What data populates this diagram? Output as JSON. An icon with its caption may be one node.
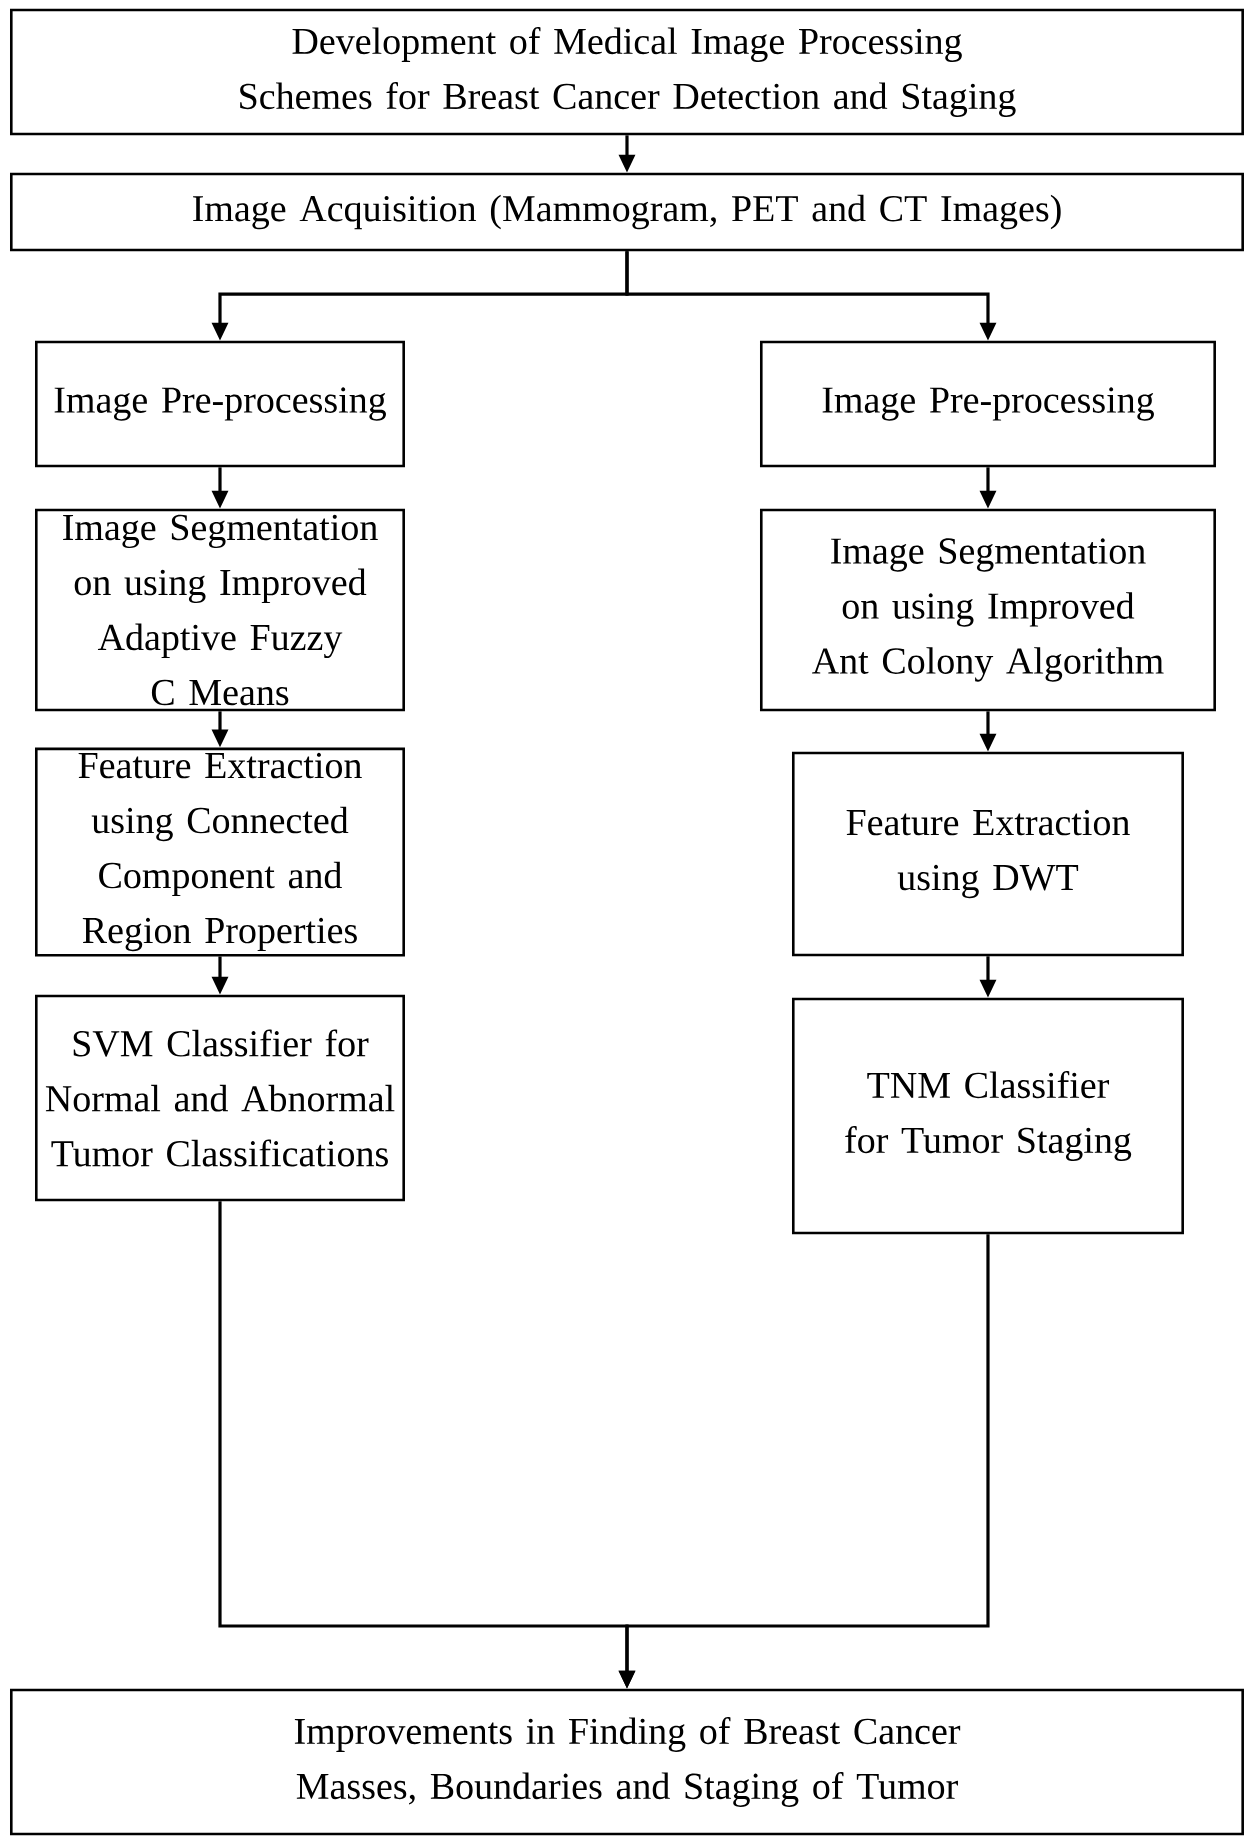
{
  "diagram": {
    "nodes": [
      {
        "text": [
          "Development of Medical Image Processing Schemes for Breast Cancer Detection and Staging"
        ]
      },
      {
        "text": [
          "Image Acquisition (Mammogram, PET and CT Images)"
        ]
      },
      {
        "text": [
          "Image Pre-processing"
        ]
      },
      {
        "text": [
          "Image Segmentation on using Improved Adaptive Fuzzy C Means"
        ]
      },
      {
        "text": [
          "Feature Extraction using Connected Component and Region Properties"
        ]
      },
      {
        "text": [
          "SVM Classifier for Normal and Abnormal Tumor Classifications"
        ]
      },
      {
        "text": [
          "Image Pre-processing"
        ]
      },
      {
        "text": [
          "Image Segmentation on using Improved Ant Colony Algorithm"
        ]
      },
      {
        "text": [
          "Feature Extraction using DWT"
        ]
      },
      {
        "text": [
          "TNM Classifier for Tumor Staging"
        ]
      },
      {
        "text": [
          "Improvements in Finding of Breast Cancer Masses, Boundaries and Staging of Tumor"
        ]
      }
    ],
    "edges": [
      {
        "from": 0,
        "to": 1,
        "arrow": "to"
      },
      {
        "from": 1,
        "to": 2,
        "arrow": "to"
      },
      {
        "from": 1,
        "to": 6,
        "arrow": "to"
      },
      {
        "from": 2,
        "to": 3,
        "arrow": "to"
      },
      {
        "from": 3,
        "to": 4,
        "arrow": "to"
      },
      {
        "from": 4,
        "to": 5,
        "arrow": "to"
      },
      {
        "from": 6,
        "to": 7,
        "arrow": "to"
      },
      {
        "from": 7,
        "to": 8,
        "arrow": "to"
      },
      {
        "from": 8,
        "to": 9,
        "arrow": "to"
      },
      {
        "from": 5,
        "to": 10,
        "arrow": "to"
      },
      {
        "from": 9,
        "to": 10,
        "arrow": "to"
      }
    ]
  }
}
